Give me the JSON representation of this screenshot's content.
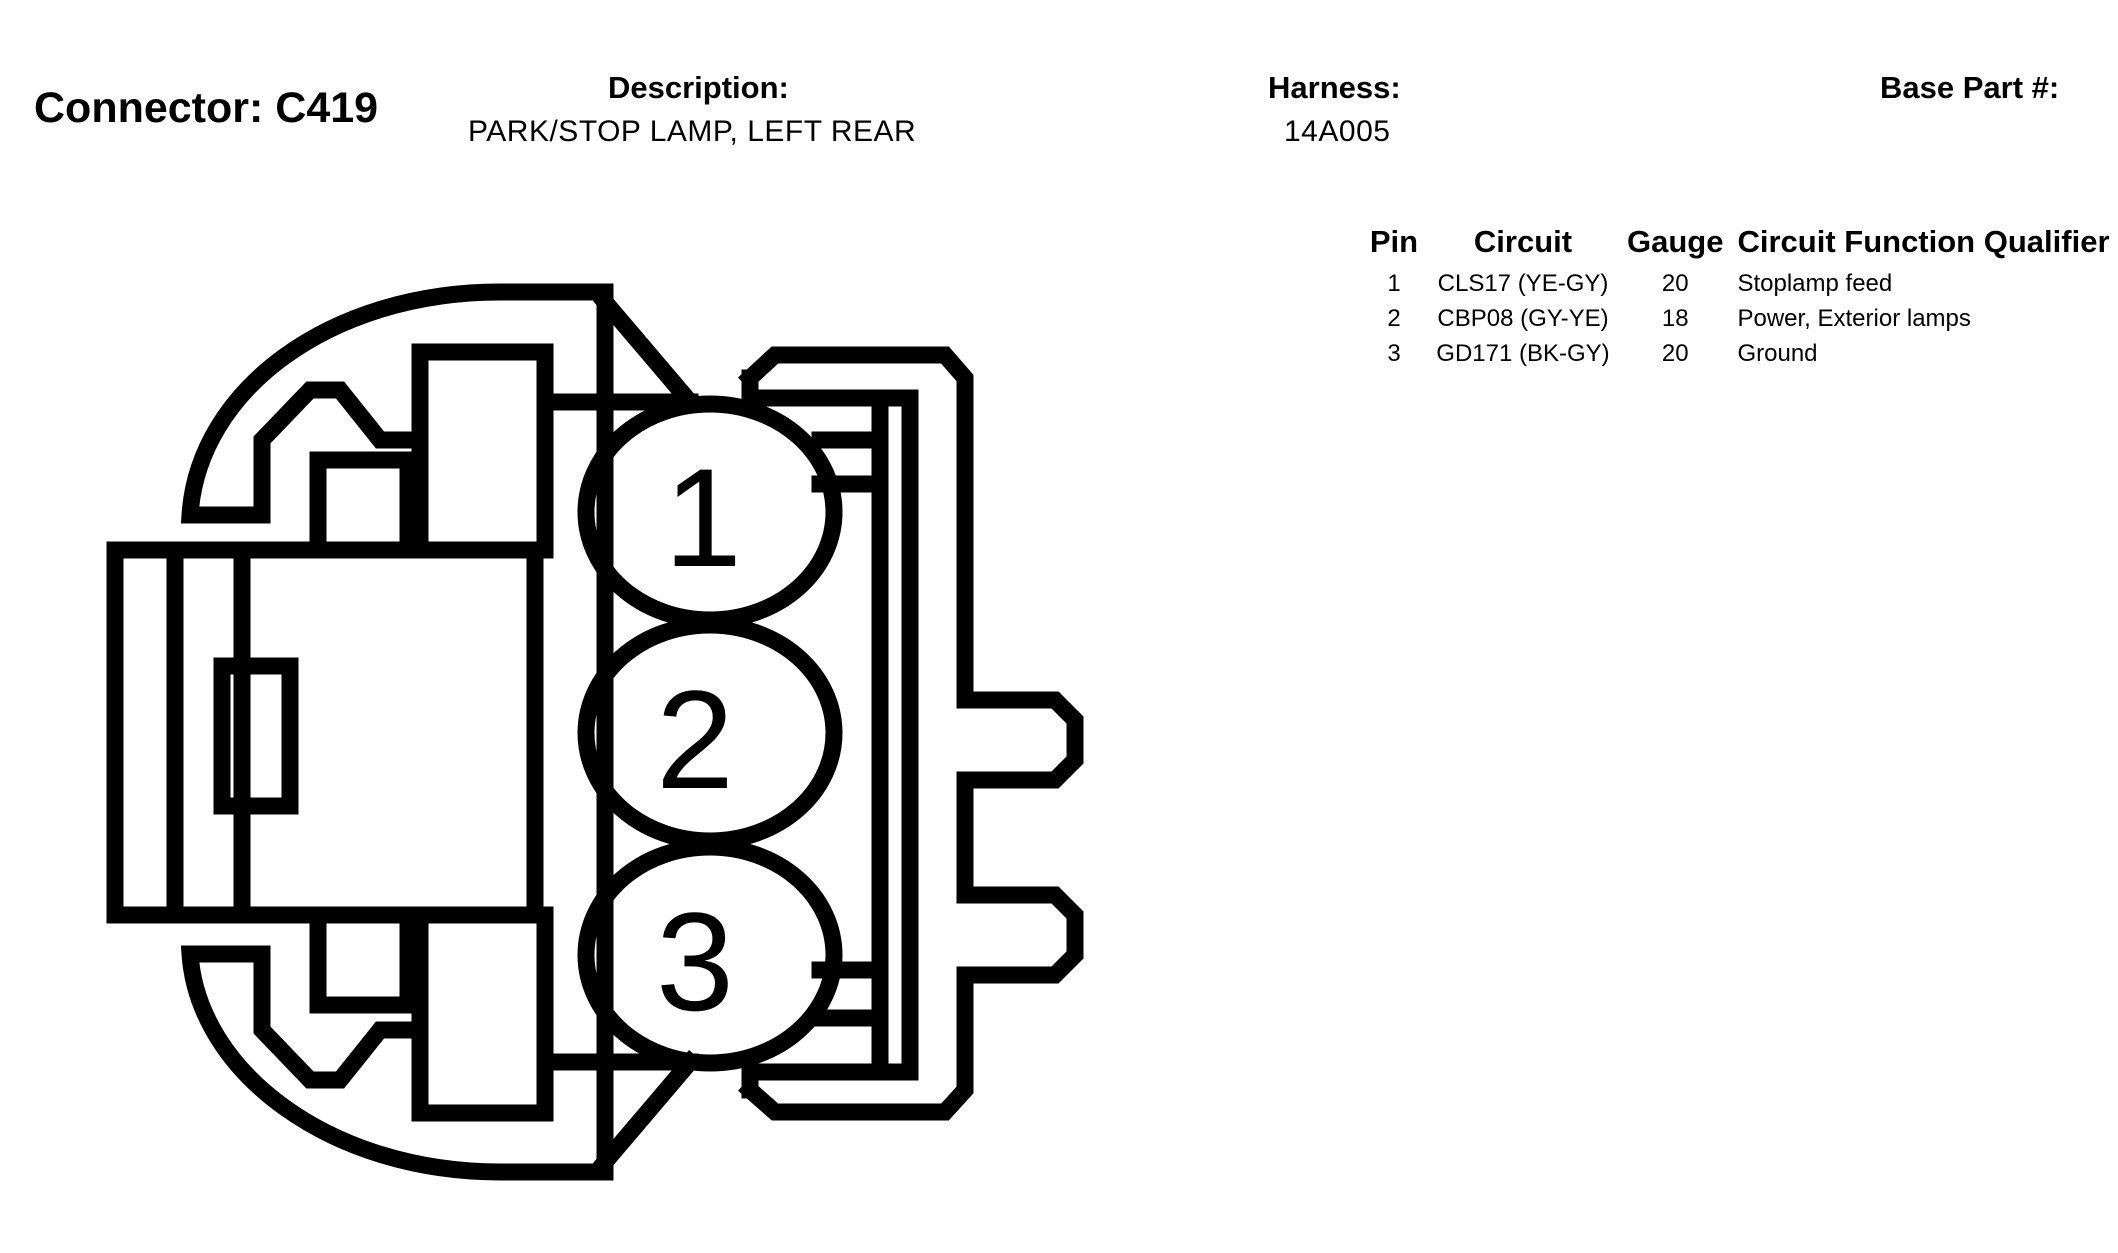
{
  "connector": {
    "title": "Connector: C419"
  },
  "description": {
    "label": "Description:",
    "value": "PARK/STOP LAMP, LEFT REAR"
  },
  "harness": {
    "label": "Harness:",
    "value": "14A005"
  },
  "base_part": {
    "label": "Base Part #:"
  },
  "pin_table": {
    "headers": {
      "pin": "Pin",
      "circuit": "Circuit",
      "gauge": "Gauge",
      "function": "Circuit Function",
      "qualifier": "Qualifier"
    },
    "rows": [
      {
        "pin": "1",
        "circuit": "CLS17 (YE-GY)",
        "gauge": "20",
        "function": "Stoplamp feed"
      },
      {
        "pin": "2",
        "circuit": "CBP08 (GY-YE)",
        "gauge": "18",
        "function": "Power, Exterior lamps"
      },
      {
        "pin": "3",
        "circuit": "GD171 (BK-GY)",
        "gauge": "20",
        "function": "Ground"
      }
    ]
  },
  "diagram": {
    "pins": [
      "1",
      "2",
      "3"
    ]
  }
}
